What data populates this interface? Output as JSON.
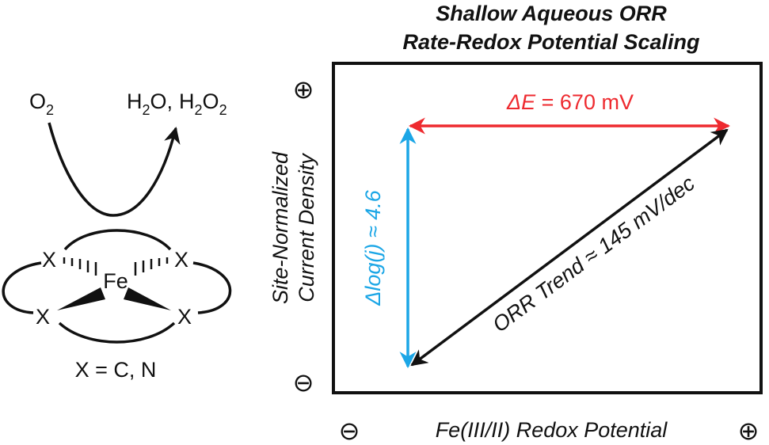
{
  "title": {
    "line1": "Shallow Aqueous ORR",
    "line2": "Rate-Redox Potential Scaling"
  },
  "molecule": {
    "reactant": {
      "base": "O",
      "sub": "2"
    },
    "products": [
      {
        "base": "H",
        "sub": "2",
        "rest": "O,"
      },
      {
        "base": "H",
        "sub": "2",
        "rest": "O",
        "sub2": "2"
      }
    ],
    "metal": "Fe",
    "donor_atom": "X",
    "legend": "X = C, N"
  },
  "plot": {
    "y_axis_label_line1": "Site-Normalized",
    "y_axis_label_line2": "Current Density",
    "x_axis_label": "Fe(III/II) Redox Potential",
    "y_plus": "⊕",
    "y_minus": "⊖",
    "x_minus": "⊖",
    "x_plus": "⊕",
    "delta_e": {
      "symbol": "ΔE",
      "text": " = 670 mV",
      "color": "#ee2a2f"
    },
    "delta_log_j": {
      "text": "Δlog(j) ≈ 4.6",
      "color": "#1ba6e6"
    },
    "orr_trend": {
      "text": "ORR Trend ≈ 145 mV/dec",
      "color": "#111111"
    }
  }
}
